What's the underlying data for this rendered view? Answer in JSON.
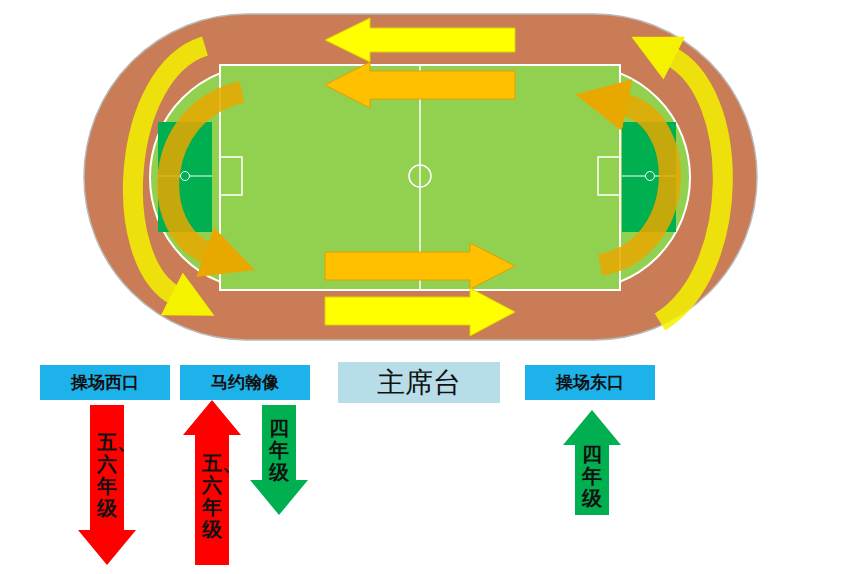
{
  "diagram": {
    "nodes": [
      {
        "text": [
          "操场西口"
        ]
      },
      {
        "text": [
          "马约翰像"
        ]
      },
      {
        "text": [
          "主席台"
        ]
      },
      {
        "text": [
          "操场东口"
        ]
      },
      {
        "text": [
          "五、六年级"
        ]
      },
      {
        "text": [
          "五、六年级"
        ]
      },
      {
        "text": [
          "四年级"
        ]
      },
      {
        "text": [
          "四年级"
        ]
      }
    ]
  }
}
